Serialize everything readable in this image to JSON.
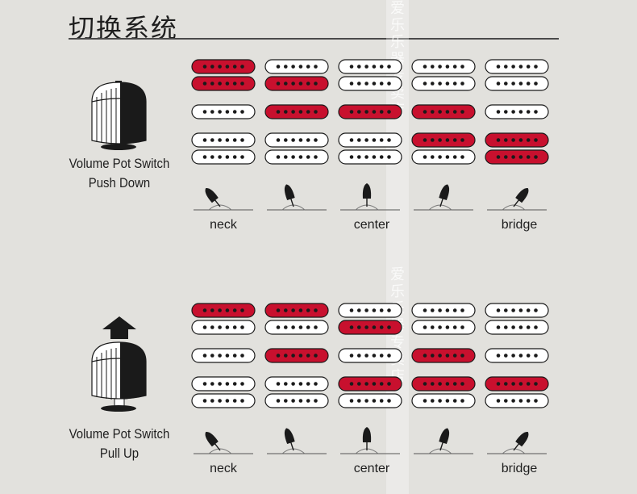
{
  "title": "切换系统",
  "watermark": {
    "text_top": "爱乐乐器专卖店",
    "text_bottom": "爱乐乐器专卖店"
  },
  "colors": {
    "active": "#c8102e",
    "inactive": "#ffffff",
    "ink": "#1a1a1a",
    "background": "#e2e1dd"
  },
  "sections": [
    {
      "id": "push-down",
      "knob_label_line1": "Volume Pot Switch",
      "knob_label_line2": "Push Down",
      "knob_state": "down",
      "positions": [
        {
          "neck_top": true,
          "neck_bottom": true,
          "middle": false,
          "bridge_top": false,
          "bridge_bottom": false
        },
        {
          "neck_top": false,
          "neck_bottom": true,
          "middle": true,
          "bridge_top": false,
          "bridge_bottom": false
        },
        {
          "neck_top": false,
          "neck_bottom": false,
          "middle": true,
          "bridge_top": false,
          "bridge_bottom": false
        },
        {
          "neck_top": false,
          "neck_bottom": false,
          "middle": true,
          "bridge_top": true,
          "bridge_bottom": false
        },
        {
          "neck_top": false,
          "neck_bottom": false,
          "middle": false,
          "bridge_top": true,
          "bridge_bottom": true
        }
      ],
      "labels": [
        "neck",
        "center",
        "bridge"
      ]
    },
    {
      "id": "pull-up",
      "knob_label_line1": "Volume Pot Switch",
      "knob_label_line2": "Pull Up",
      "knob_state": "up",
      "positions": [
        {
          "neck_top": true,
          "neck_bottom": false,
          "middle": false,
          "bridge_top": false,
          "bridge_bottom": false
        },
        {
          "neck_top": true,
          "neck_bottom": false,
          "middle": true,
          "bridge_top": false,
          "bridge_bottom": false
        },
        {
          "neck_top": false,
          "neck_bottom": true,
          "middle": false,
          "bridge_top": true,
          "bridge_bottom": false
        },
        {
          "neck_top": false,
          "neck_bottom": false,
          "middle": true,
          "bridge_top": true,
          "bridge_bottom": false
        },
        {
          "neck_top": false,
          "neck_bottom": false,
          "middle": false,
          "bridge_top": true,
          "bridge_bottom": false
        }
      ],
      "labels": [
        "neck",
        "center",
        "bridge"
      ]
    }
  ]
}
